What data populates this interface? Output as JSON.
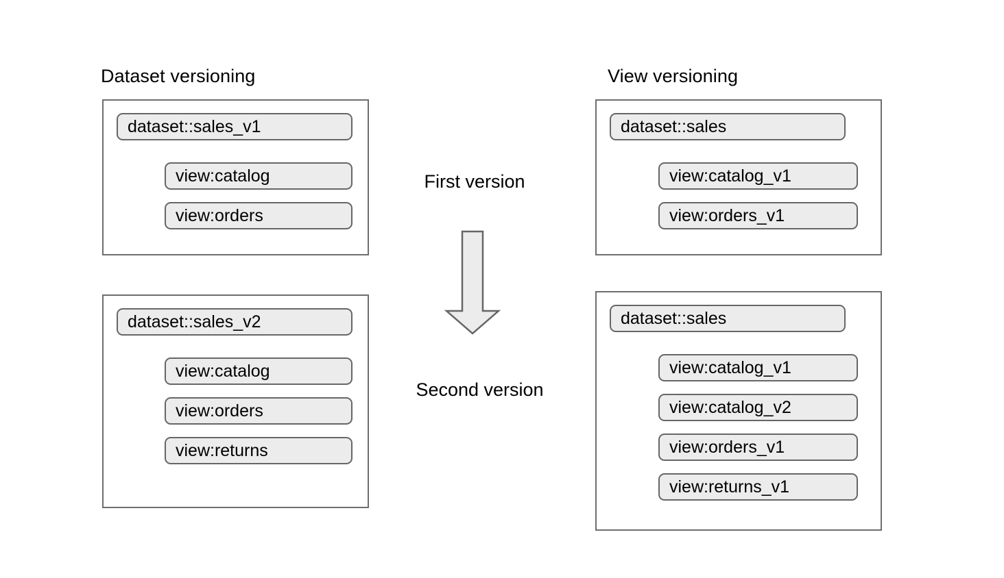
{
  "diagram": {
    "title": "Dataset versioning vs View versioning",
    "colors": {
      "pill_fill": "#ececec",
      "pill_border": "#666666",
      "box_border": "#6e6e6e",
      "arrow_fill": "#ececec",
      "arrow_border": "#666666",
      "background": "#ffffff",
      "text": "#000000"
    },
    "columns": [
      {
        "id": "dataset-versioning",
        "title": "Dataset versioning",
        "groups": [
          {
            "id": "dataset-versioning-first",
            "dataset": "dataset::sales_v1",
            "views": [
              "view:catalog",
              "view:orders"
            ]
          },
          {
            "id": "dataset-versioning-second",
            "dataset": "dataset::sales_v2",
            "views": [
              "view:catalog",
              "view:orders",
              "view:returns"
            ]
          }
        ]
      },
      {
        "id": "view-versioning",
        "title": "View versioning",
        "groups": [
          {
            "id": "view-versioning-first",
            "dataset": "dataset::sales",
            "views": [
              "view:catalog_v1",
              "view:orders_v1"
            ]
          },
          {
            "id": "view-versioning-second",
            "dataset": "dataset::sales",
            "views": [
              "view:catalog_v1",
              "view:catalog_v2",
              "view:orders_v1",
              "view:returns_v1"
            ]
          }
        ]
      }
    ],
    "center": {
      "first_label": "First version",
      "second_label": "Second version",
      "arrow_icon": "down-arrow-icon"
    }
  }
}
